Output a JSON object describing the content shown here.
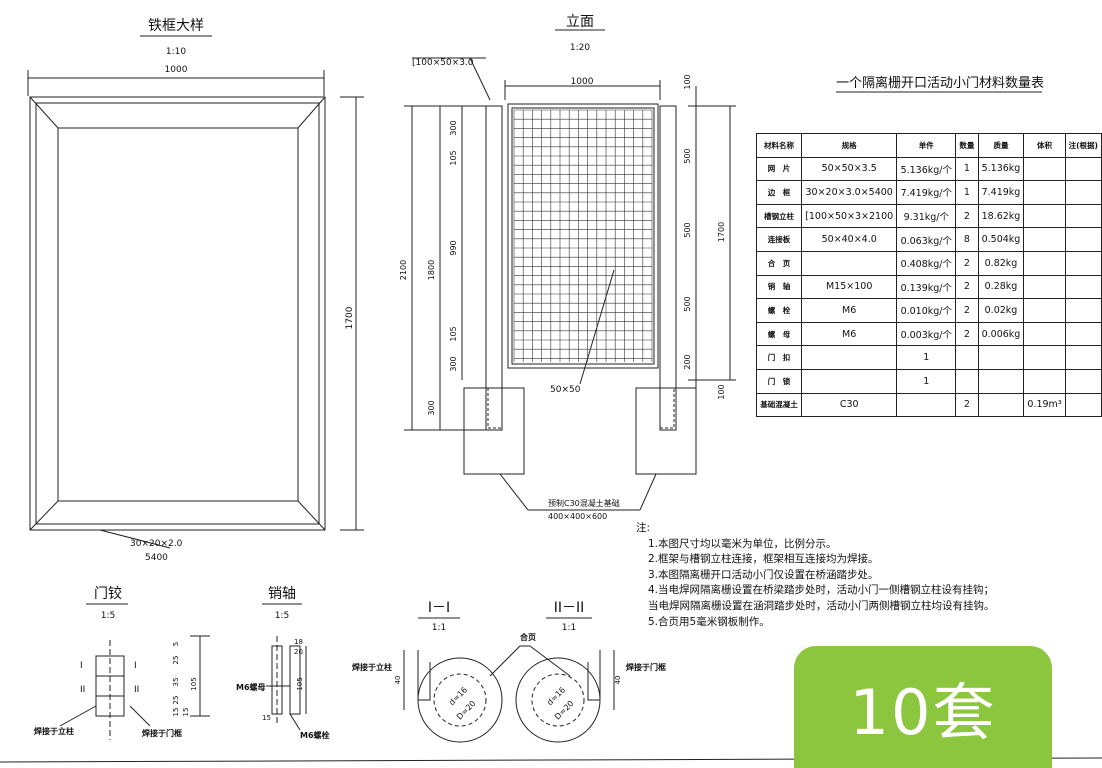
{
  "views": {
    "frame_detail": {
      "title": "铁框大样",
      "scale": "1:10",
      "width": "1000",
      "height": "1700",
      "profile": "30×20×2.0",
      "profile_len": "5400"
    },
    "elevation": {
      "title": "立面",
      "scale": "1:20",
      "channel": "[100×50×3.0",
      "width": "1000",
      "mesh": "50×50",
      "dims_left": [
        "2100",
        "1800",
        "300",
        "300",
        "105",
        "990",
        "105",
        "300"
      ],
      "dims_right": [
        "100",
        "500",
        "500",
        "500",
        "200",
        "100",
        "1700"
      ],
      "foundation": "预制C30混凝土基础",
      "foundation_size": "400×400×600"
    },
    "hinge": {
      "title": "门铰",
      "scale": "1:5",
      "label_left": "焊接于立柱",
      "label_right": "焊接于门框",
      "dims": [
        "5",
        "25",
        "35",
        "25",
        "15",
        "15",
        "105"
      ],
      "marks": [
        "I",
        "II",
        "I",
        "II"
      ]
    },
    "pin": {
      "title": "销轴",
      "scale": "1:5",
      "nut": "M6螺母",
      "bolt": "M6螺栓",
      "dims": [
        "18",
        "20",
        "105",
        "15"
      ]
    },
    "section1": {
      "title": "I－I",
      "scale": "1:1",
      "label": "焊接于立柱",
      "dims": [
        "40",
        "d=16",
        "D=20"
      ]
    },
    "section2": {
      "title": "II－II",
      "scale": "1:1",
      "label": "焊接于门框",
      "dims": [
        "40",
        "d=16",
        "D=20"
      ]
    },
    "hinge_leaf": "合页"
  },
  "table": {
    "title": "一个隔离栅开口活动小门材料数量表",
    "headers": [
      "材料名称",
      "规格",
      "单件",
      "数量",
      "质量",
      "体积",
      "注(根据)"
    ],
    "rows": [
      [
        "网　片",
        "50×50×3.5",
        "5.136kg/个",
        "1",
        "5.136kg",
        "",
        ""
      ],
      [
        "边　框",
        "30×20×3.0×5400",
        "7.419kg/个",
        "1",
        "7.419kg",
        "",
        ""
      ],
      [
        "槽钢立柱",
        "[100×50×3×2100",
        "9.31kg/个",
        "2",
        "18.62kg",
        "",
        ""
      ],
      [
        "连接板",
        "50×40×4.0",
        "0.063kg/个",
        "8",
        "0.504kg",
        "",
        ""
      ],
      [
        "合　页",
        "",
        "0.408kg/个",
        "2",
        "0.82kg",
        "",
        ""
      ],
      [
        "销　轴",
        "M15×100",
        "0.139kg/个",
        "2",
        "0.28kg",
        "",
        ""
      ],
      [
        "螺　栓",
        "M6",
        "0.010kg/个",
        "2",
        "0.02kg",
        "",
        ""
      ],
      [
        "螺　母",
        "M6",
        "0.003kg/个",
        "2",
        "0.006kg",
        "",
        ""
      ],
      [
        "门　扣",
        "",
        "1",
        "",
        "",
        "",
        ""
      ],
      [
        "门　锁",
        "",
        "1",
        "",
        "",
        "",
        ""
      ],
      [
        "基础混凝土",
        "C30",
        "",
        "2",
        "",
        "0.19m³",
        ""
      ]
    ]
  },
  "notes": {
    "heading": "注:",
    "items": [
      "1.本图尺寸均以毫米为单位，比例分示。",
      "2.框架与槽钢立柱连接，框架相互连接均为焊接。",
      "3.本图隔离栅开口活动小门仅设置在桥涵踏步处。",
      "4.当电焊网隔离栅设置在桥梁踏步处时，活动小门一侧槽钢立柱设有挂钩；",
      "  当电焊网隔离栅设置在涵洞踏步处时，活动小门两侧槽钢立柱均设有挂钩。",
      "5.合页用5毫米钢板制作。"
    ]
  },
  "badge": "10套"
}
